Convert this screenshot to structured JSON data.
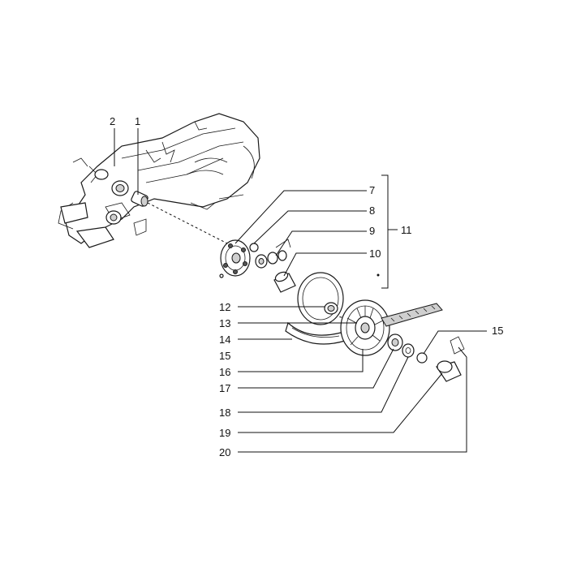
{
  "diagram": {
    "callouts": [
      "1",
      "2",
      "7",
      "8",
      "9",
      "10",
      "11",
      "12",
      "13",
      "14",
      "15",
      "16",
      "17",
      "18",
      "19",
      "20"
    ],
    "callout_15_right": "15"
  }
}
